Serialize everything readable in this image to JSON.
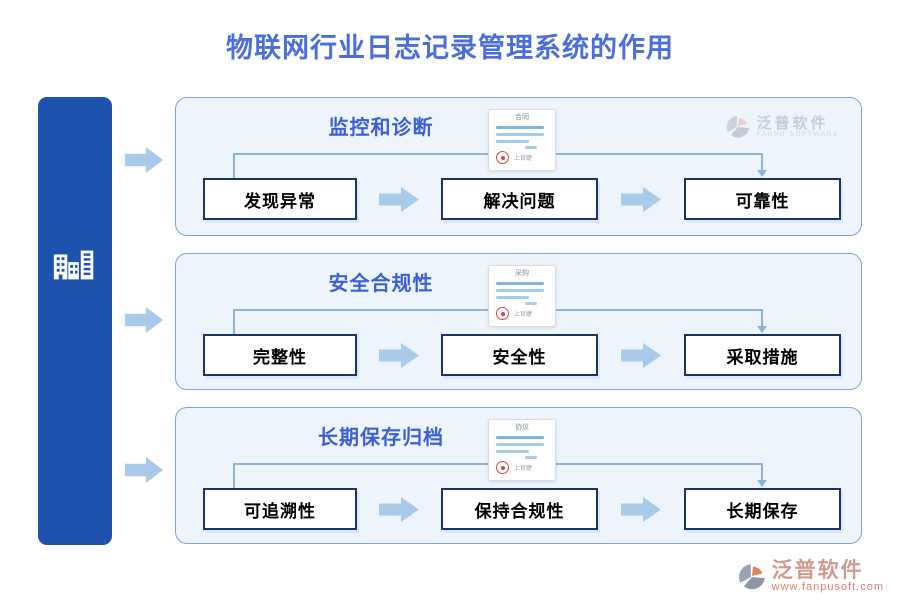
{
  "page": {
    "title": "物联网行业日志记录管理系统的作用"
  },
  "branding": {
    "watermark": {
      "name": "泛普软件",
      "subtitle": "FANPU SOFTWARE"
    },
    "footer_logo": {
      "name": "泛普软件",
      "url": "www.fanpusoft.com"
    }
  },
  "left_bar": {
    "icon": "buildings-icon"
  },
  "sections": [
    {
      "title": "监控和诊断",
      "doc_label": "合同",
      "doc_sign": "上官婕",
      "boxes": [
        "发现异常",
        "解决问题",
        "可靠性"
      ]
    },
    {
      "title": "安全合规性",
      "doc_label": "采购",
      "doc_sign": "上官婕",
      "boxes": [
        "完整性",
        "安全性",
        "采取措施"
      ]
    },
    {
      "title": "长期保存归档",
      "doc_label": "协议",
      "doc_sign": "上官婕",
      "boxes": [
        "可追溯性",
        "保持合规性",
        "长期保存"
      ]
    }
  ],
  "colors": {
    "title_blue": "#4a6fdd",
    "section_title_blue": "#3c5fd6",
    "bar_blue": "#1d52ae",
    "panel_bg": "#edf4fc",
    "panel_border": "#7da3d6",
    "box_border": "#1a3564",
    "arrow_blue": "#a7cbe9",
    "connector_blue": "#8fb2dd",
    "seal_red": "#cf4a4a",
    "footer_red": "#df7f70"
  }
}
